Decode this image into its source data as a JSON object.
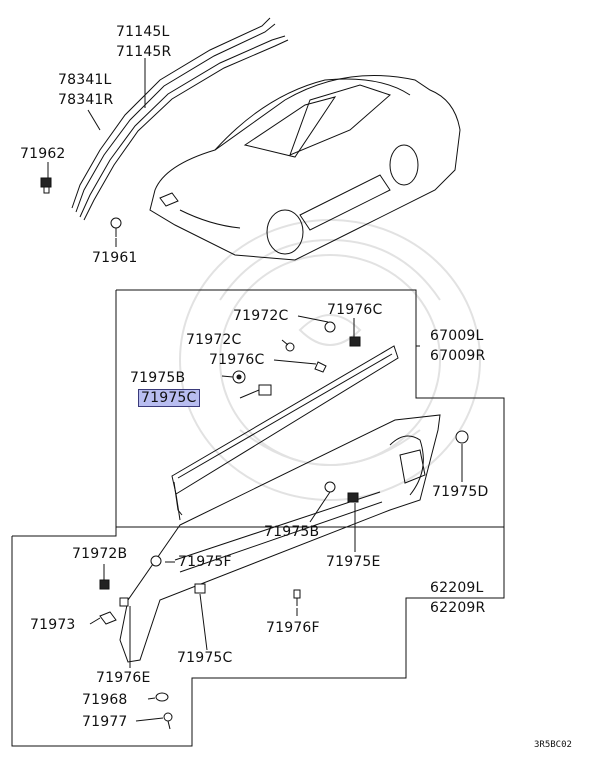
{
  "labels": {
    "l71145L": "71145L",
    "l71145R": "71145R",
    "l78341L": "78341L",
    "l78341R": "78341R",
    "l71962": "71962",
    "l71961": "71961",
    "l71972C_a": "71972C",
    "l71976C_a": "71976C",
    "l71972C_b": "71972C",
    "l71976C_b": "71976C",
    "l71975B_a": "71975B",
    "l71975C_a": "71975C",
    "l67009L": "67009L",
    "l67009R": "67009R",
    "l71975D": "71975D",
    "l71975B_b": "71975B",
    "l71975E": "71975E",
    "l71972B": "71972B",
    "l71975F": "71975F",
    "l62209L": "62209L",
    "l62209R": "62209R",
    "l71973": "71973",
    "l71976F": "71976F",
    "l71975C_b": "71975C",
    "l71976E": "71976E",
    "l71968": "71968",
    "l71977": "71977"
  },
  "diagram_code": "3R5BC02",
  "highlight_color": "#b8bdf0"
}
